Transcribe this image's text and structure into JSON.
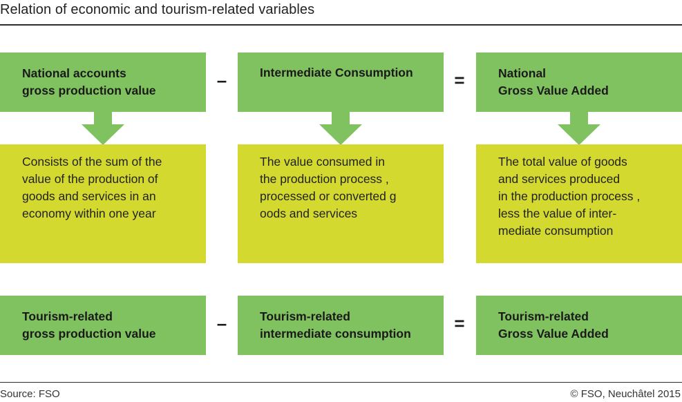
{
  "title": "Relation of economic and tourism-related variables",
  "colors": {
    "header_green": "#80c25f",
    "description_yellow": "#d4d930",
    "arrow_green": "#80c25f",
    "rule": "#2b2b2b"
  },
  "national": {
    "gross_production": [
      "National accounts",
      "gross production value"
    ],
    "intermediate": [
      "Intermediate Consumption"
    ],
    "gva": [
      "National",
      "Gross Value Added"
    ]
  },
  "descriptions": {
    "gross_production": [
      "Consists of the sum of the",
      "value of the production of",
      "goods and services in an",
      "economy within one year"
    ],
    "intermediate": [
      "The value consumed in",
      "the production process ,",
      "processed or converted g",
      "oods and services"
    ],
    "gva": [
      "The total value of goods",
      "and services produced",
      "in the production process ,",
      "less the value of inter-",
      "mediate consumption"
    ]
  },
  "tourism": {
    "gross_production": [
      "Tourism-related",
      "gross production value"
    ],
    "intermediate": [
      "Tourism-related",
      "intermediate consumption"
    ],
    "gva": [
      "Tourism-related",
      "Gross Value Added"
    ]
  },
  "operators": {
    "minus": "–",
    "equals": "="
  },
  "footer": {
    "source": "Source: FSO",
    "copyright": "© FSO, Neuchâtel 2015"
  }
}
